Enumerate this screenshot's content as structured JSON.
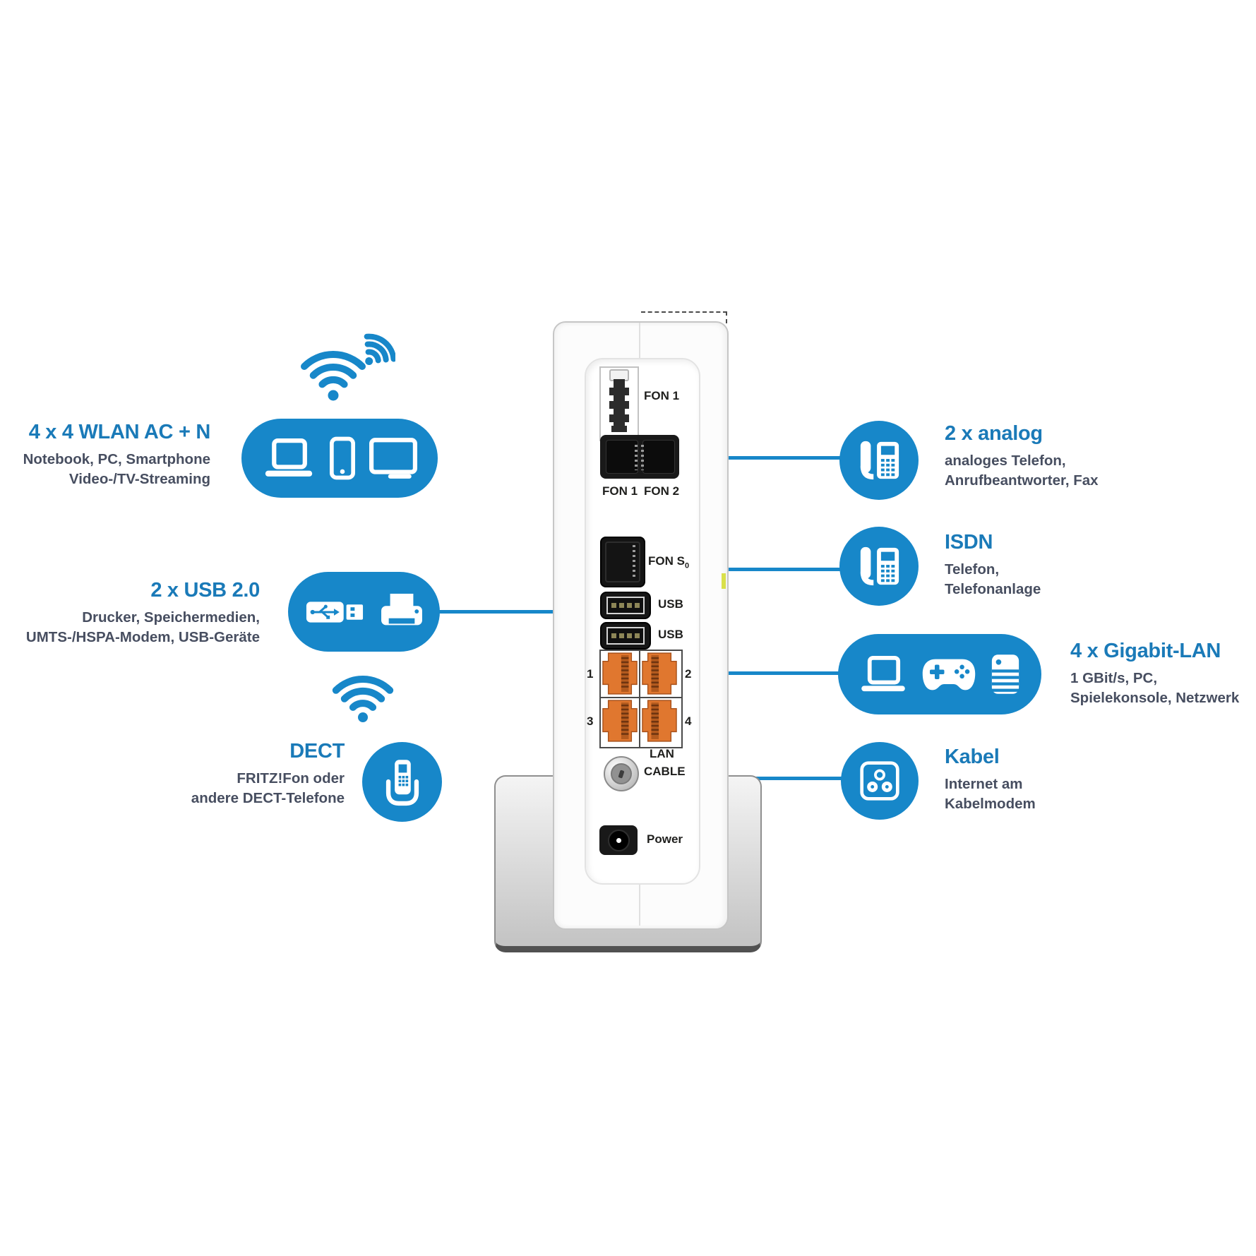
{
  "features": {
    "wlan": {
      "title": "4 x 4 WLAN AC + N",
      "line1": "Notebook, PC, Smartphone",
      "line2": "Video-/TV-Streaming"
    },
    "usb": {
      "title": "2 x USB 2.0",
      "line1": "Drucker, Speichermedien,",
      "line2": "UMTS-/HSPA-Modem, USB-Geräte"
    },
    "dect": {
      "title": "DECT",
      "line1": "FRITZ!Fon oder",
      "line2": "andere DECT-Telefone"
    },
    "analog": {
      "title": "2 x analog",
      "line1": "analoges Telefon,",
      "line2": "Anrufbeantworter, Fax"
    },
    "isdn": {
      "title": "ISDN",
      "line1": "Telefon,",
      "line2": "Telefonanlage"
    },
    "gigabit": {
      "title": "4 x Gigabit-LAN",
      "line1": "1 GBit/s, PC,",
      "line2": "Spielekonsole, Netzwerk"
    },
    "kabel": {
      "title": "Kabel",
      "line1": "Internet am",
      "line2": "Kabelmodem"
    }
  },
  "router": {
    "tae_label": "FON 1",
    "rj11_left_label": "FON 1",
    "rj11_right_label": "FON 2",
    "fon_s_label": "FON S",
    "fon_s_subscript": "0",
    "usb_top_label": "USB",
    "usb_bottom_label": "USB",
    "lan_port_1": "1",
    "lan_port_2": "2",
    "lan_port_3": "3",
    "lan_port_4": "4",
    "lan_label": "LAN",
    "cable_label": "CABLE",
    "power_label": "Power"
  },
  "icons": {
    "wifi": "wifi-icon",
    "laptop": "laptop-icon",
    "smartphone": "smartphone-icon",
    "monitor": "monitor-icon",
    "usb_stick": "usb-stick-icon",
    "printer": "printer-icon",
    "desk_phone": "desk-phone-icon",
    "gamepad": "gamepad-icon",
    "server": "server-icon",
    "cordless_phone": "cordless-phone-icon",
    "cable_outlet": "cable-outlet-icon"
  },
  "colors": {
    "accent_blue": "#1787c9",
    "title_blue": "#1a7ab8",
    "text_slate": "#474e60",
    "lan_orange": "#e0772f"
  }
}
